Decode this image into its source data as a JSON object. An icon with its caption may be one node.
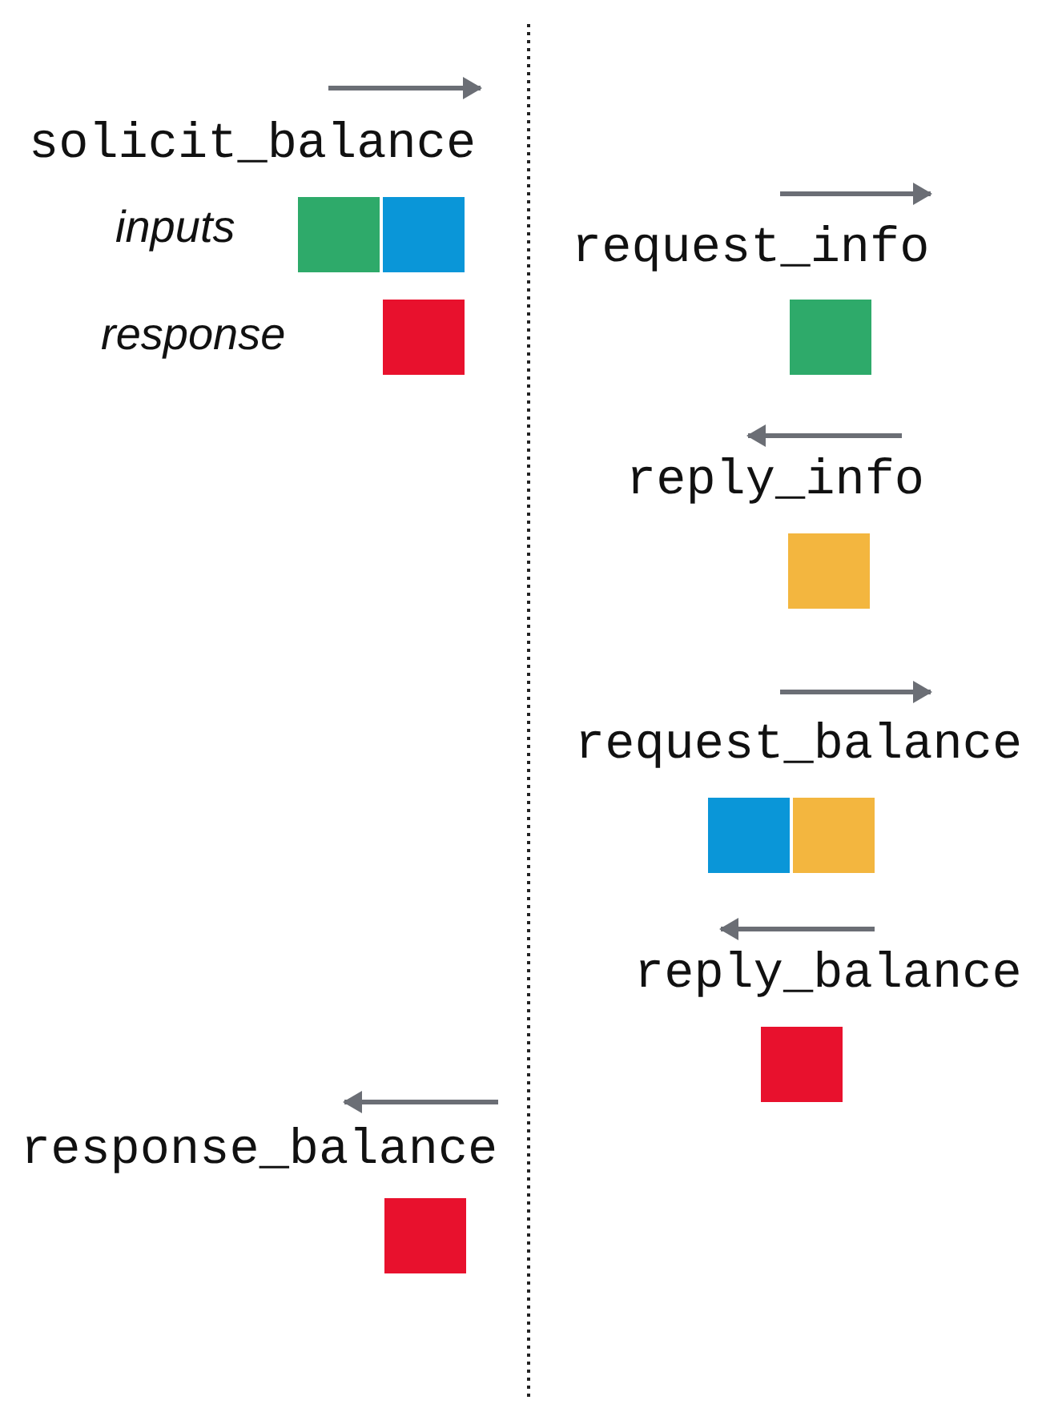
{
  "diagram": {
    "labels": [
      "solicit_balance",
      "inputs",
      "request_info",
      "response",
      "reply_info",
      "request_balance",
      "reply_balance",
      "response_balance"
    ]
  }
}
